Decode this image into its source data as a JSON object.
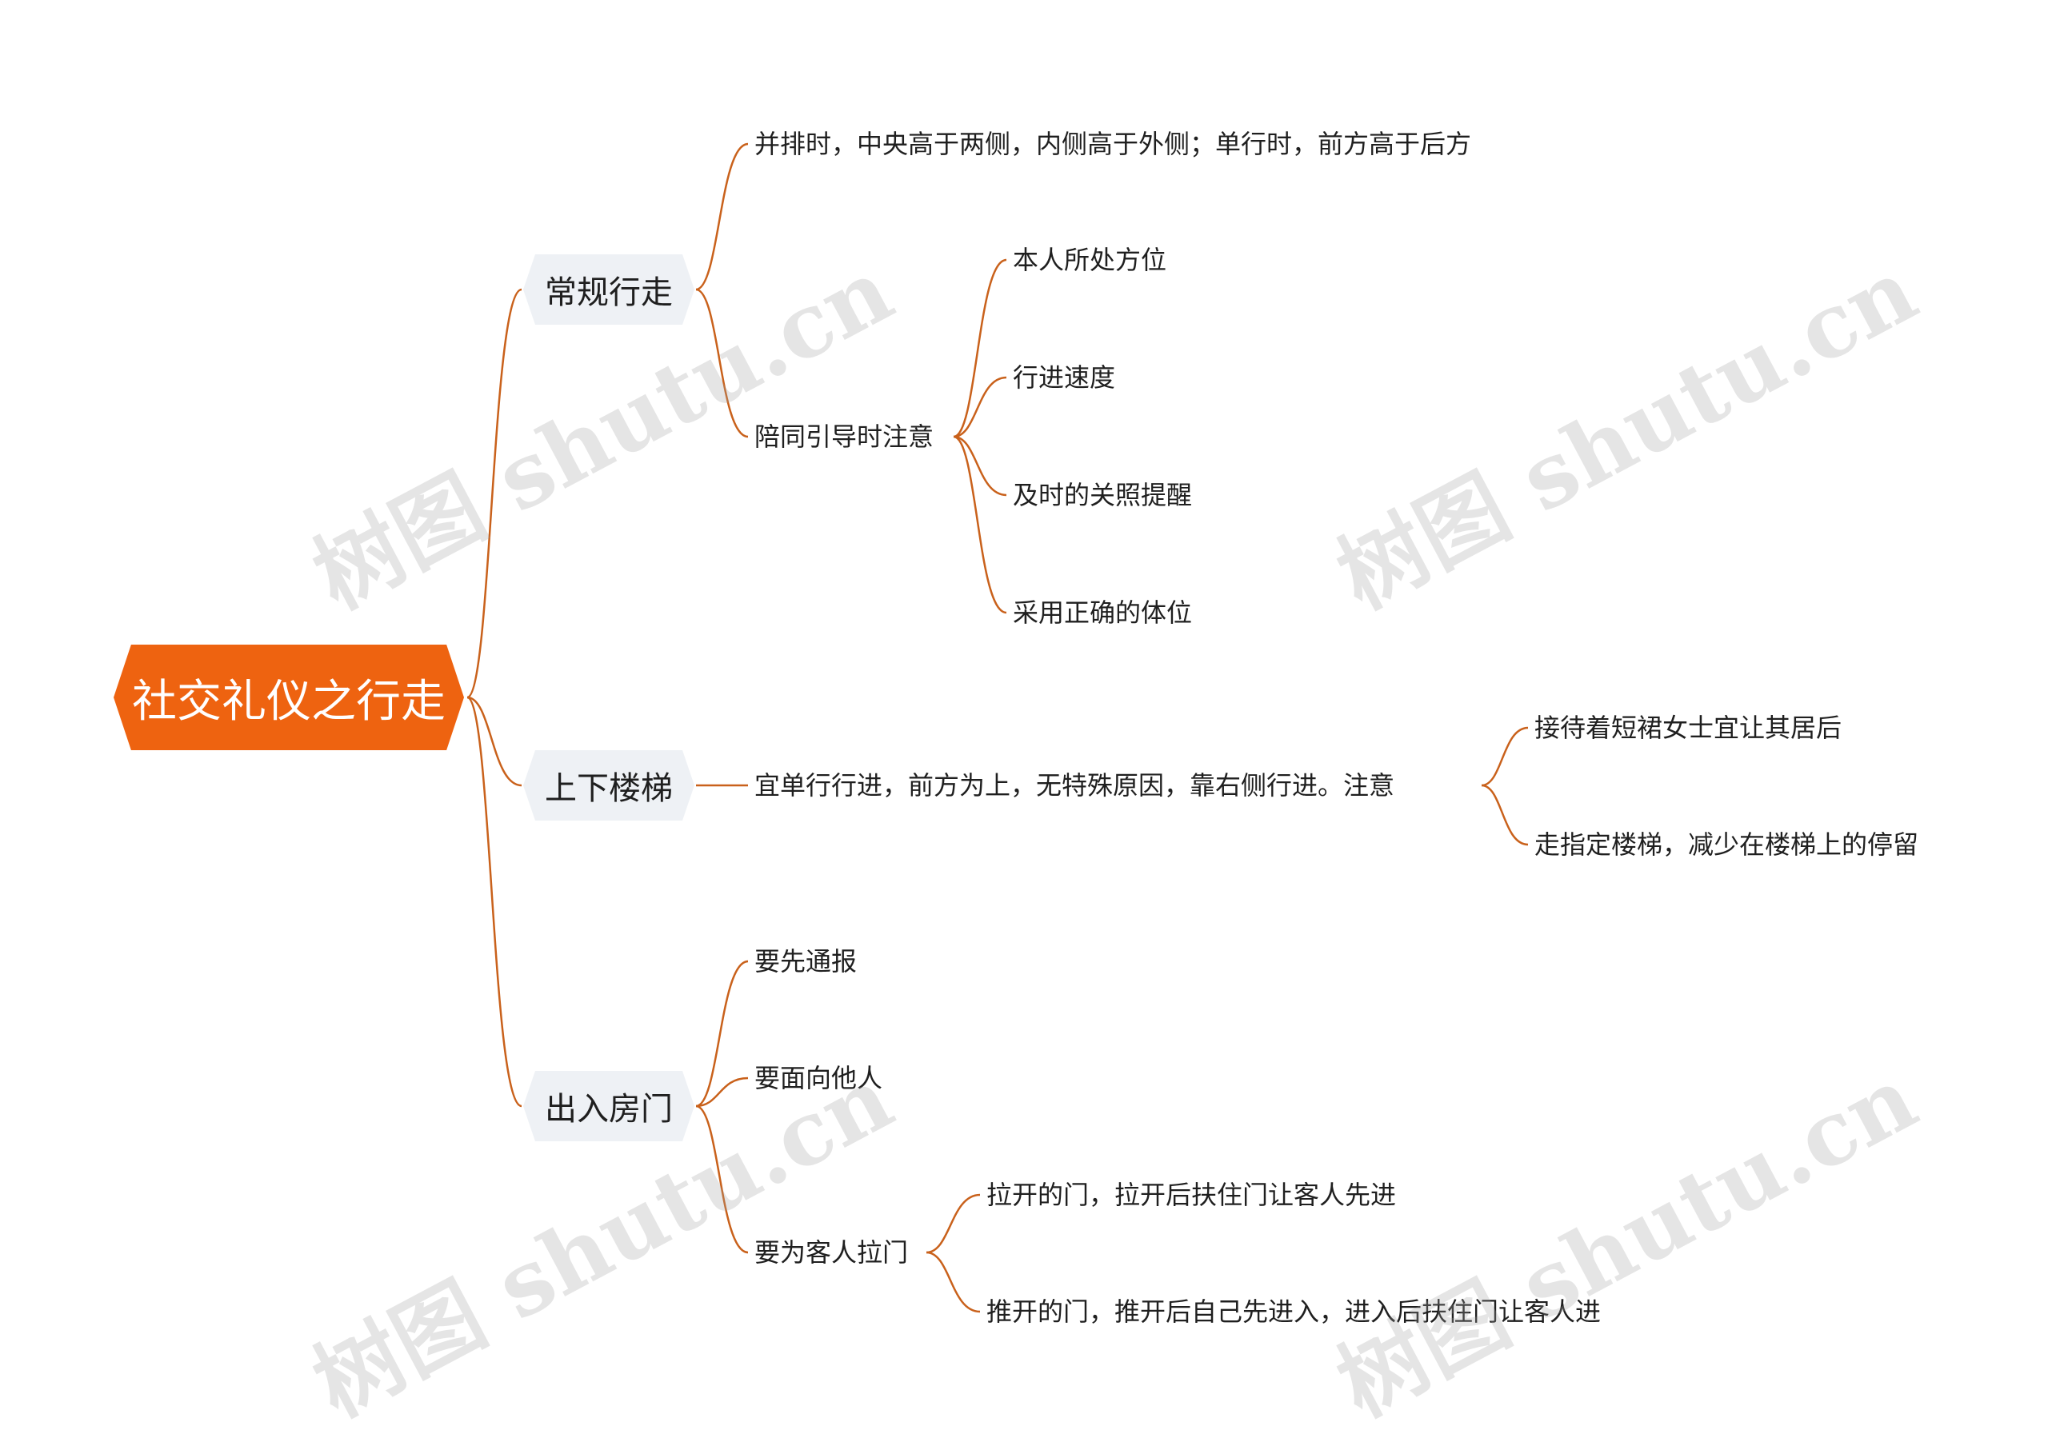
{
  "root": {
    "label": "社交礼仪之行走"
  },
  "branches": [
    {
      "label": "常规行走",
      "children": [
        {
          "label": "并排时，中央高于两侧，内侧高于外侧；单行时，前方高于后方"
        },
        {
          "label": "陪同引导时注意",
          "children": [
            {
              "label": "本人所处方位"
            },
            {
              "label": "行进速度"
            },
            {
              "label": "及时的关照提醒"
            },
            {
              "label": "采用正确的体位"
            }
          ]
        }
      ]
    },
    {
      "label": "上下楼梯",
      "children": [
        {
          "label": "宜单行行进，前方为上，无特殊原因，靠右侧行进。注意",
          "children": [
            {
              "label": "接待着短裙女士宜让其居后"
            },
            {
              "label": "走指定楼梯，减少在楼梯上的停留"
            }
          ]
        }
      ]
    },
    {
      "label": "出入房门",
      "children": [
        {
          "label": "要先通报"
        },
        {
          "label": "要面向他人"
        },
        {
          "label": "要为客人拉门",
          "children": [
            {
              "label": "拉开的门，拉开后扶住门让客人先进"
            },
            {
              "label": "推开的门，推开后自己先进入，进入后扶住门让客人进"
            }
          ]
        }
      ]
    }
  ],
  "watermark": {
    "text": "树图 shutu.cn"
  },
  "colors": {
    "root_fill": "#ee6310",
    "branch_fill": "#eef1f5",
    "connector": "#c9611b"
  }
}
